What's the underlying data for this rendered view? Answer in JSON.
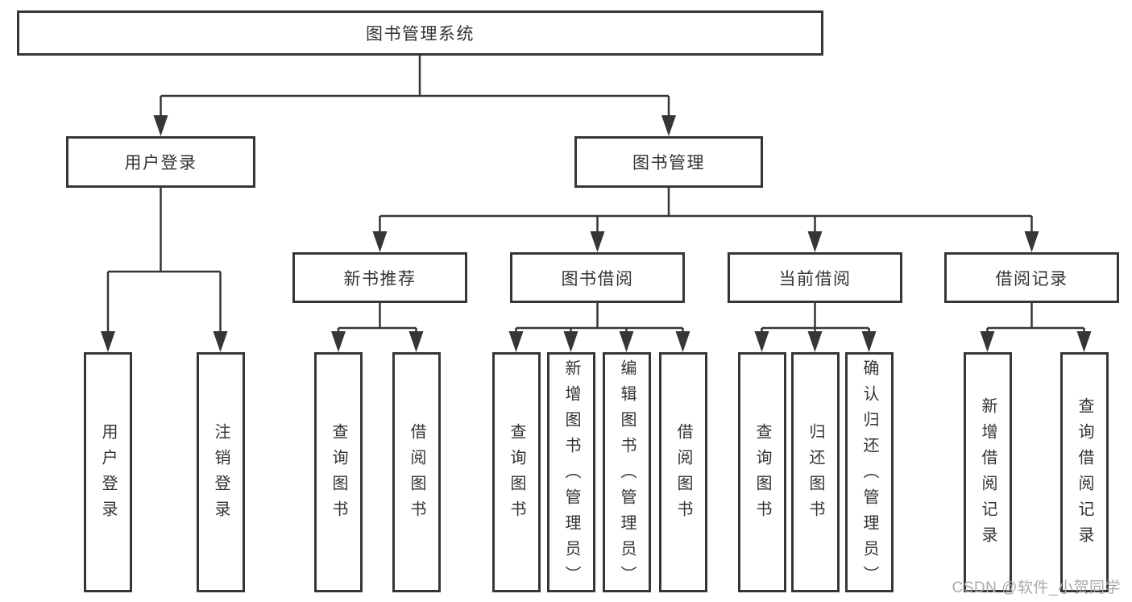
{
  "colors": {
    "line": "#363636",
    "box_border": "#363636",
    "text": "#333333",
    "watermark": "#a9a9a9",
    "background": "#ffffff"
  },
  "tree": {
    "label": "图书管理系统",
    "children": [
      {
        "label": "用户登录",
        "children": [
          {
            "label": "用户登录"
          },
          {
            "label": "注销登录"
          }
        ]
      },
      {
        "label": "图书管理",
        "children": [
          {
            "label": "新书推荐",
            "children": [
              {
                "label": "查询图书"
              },
              {
                "label": "借阅图书"
              }
            ]
          },
          {
            "label": "图书借阅",
            "children": [
              {
                "label": "查询图书"
              },
              {
                "label": "新增图书（管理员）"
              },
              {
                "label": "编辑图书（管理员）"
              },
              {
                "label": "借阅图书"
              }
            ]
          },
          {
            "label": "当前借阅",
            "children": [
              {
                "label": "查询图书"
              },
              {
                "label": "归还图书"
              },
              {
                "label": "确认归还（管理员）"
              }
            ]
          },
          {
            "label": "借阅记录",
            "children": [
              {
                "label": "新增借阅记录"
              },
              {
                "label": "查询借阅记录"
              }
            ]
          }
        ]
      }
    ]
  },
  "watermark": "CSDN @软件_小贺同学"
}
